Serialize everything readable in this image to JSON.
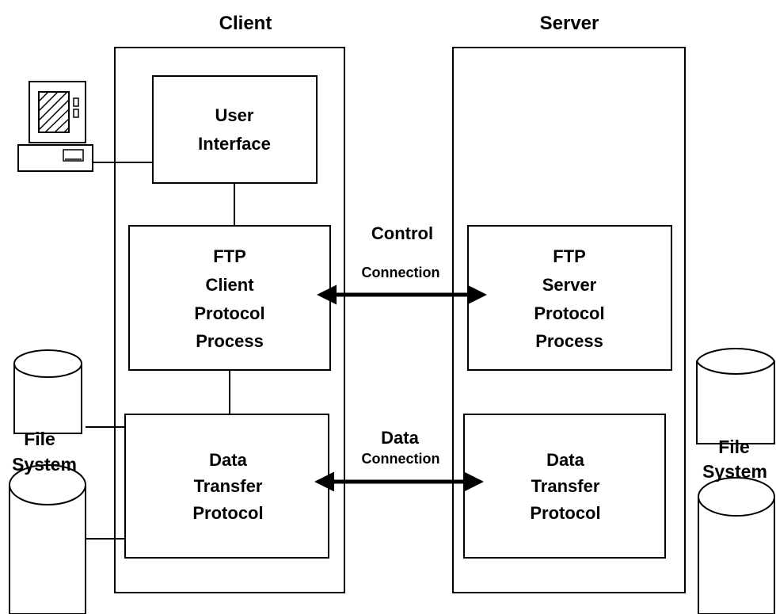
{
  "client": {
    "title": "Client",
    "user_interface": [
      "User",
      "Interface"
    ],
    "pi": [
      "FTP",
      "Client",
      "Protocol",
      "Process"
    ],
    "dtp": [
      "Data",
      "Transfer",
      "Protocol"
    ]
  },
  "server": {
    "title": "Server",
    "pi": [
      "FTP",
      "Server",
      "Protocol",
      "Process"
    ],
    "dtp": [
      "Data",
      "Transfer",
      "Protocol"
    ]
  },
  "connections": {
    "control": [
      "Control",
      "Connection"
    ],
    "data": [
      "Data",
      "Connection"
    ]
  },
  "file_system_left": [
    "File",
    "System"
  ],
  "file_system_right": [
    "File",
    "System"
  ],
  "icons": {
    "terminal": "computer-terminal-icon",
    "disk": "disk-cylinder-icon"
  }
}
